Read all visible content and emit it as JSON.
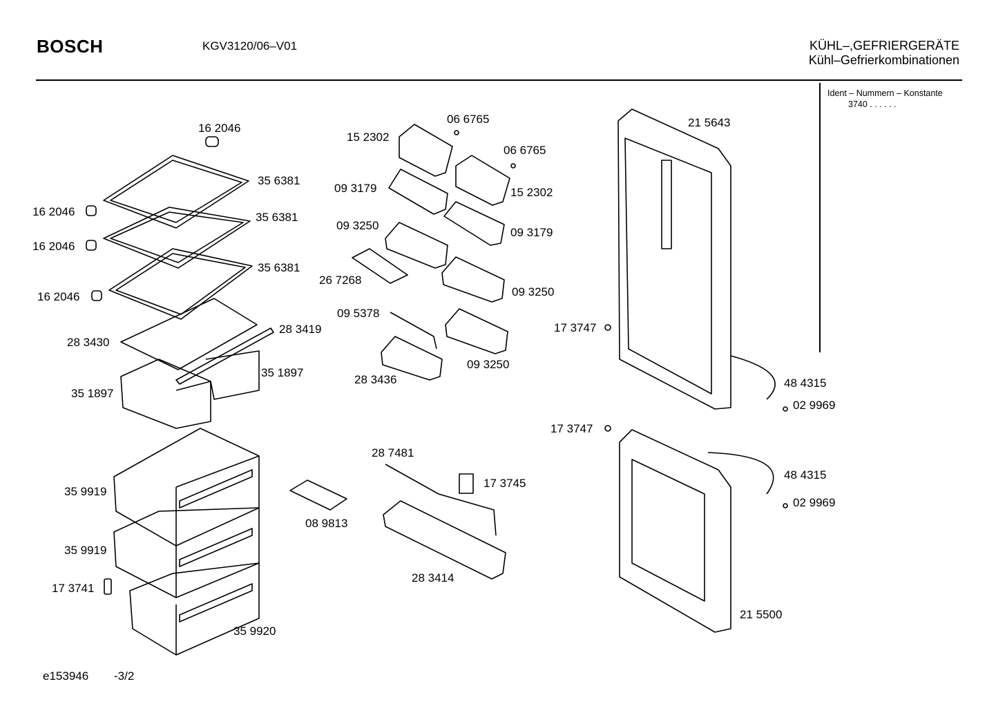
{
  "header": {
    "brand": "BOSCH",
    "model": "KGV3120/06–V01",
    "category": "KÜHL–,GEFRIERGERÄTE",
    "subcategory": "Kühl–Gefrierkombinationen"
  },
  "ident": {
    "label": "Ident – Nummern – Konstante",
    "value": "3740  .  .    .  .  .  ."
  },
  "footer": {
    "doc_id": "e153946",
    "page": "-3/2"
  },
  "labels": [
    "16 2046",
    "35 6381",
    "16 2046",
    "35 6381",
    "16 2046",
    "35 6381",
    "16 2046",
    "28 3430",
    "28 3419",
    "35 1897",
    "35 1897",
    "35 9919",
    "35 9919",
    "17 3741",
    "35 9920",
    "15 2302",
    "06 6765",
    "06 6765",
    "09 3179",
    "15 2302",
    "09 3250",
    "09 3179",
    "26 7268",
    "09 3250",
    "09 5378",
    "09 3250",
    "28 3436",
    "28 7481",
    "17 3745",
    "08 9813",
    "28 3414",
    "21 5643",
    "17 3747",
    "48 4315",
    "02 9969",
    "17 3747",
    "48 4315",
    "02 9969",
    "21 5500"
  ]
}
